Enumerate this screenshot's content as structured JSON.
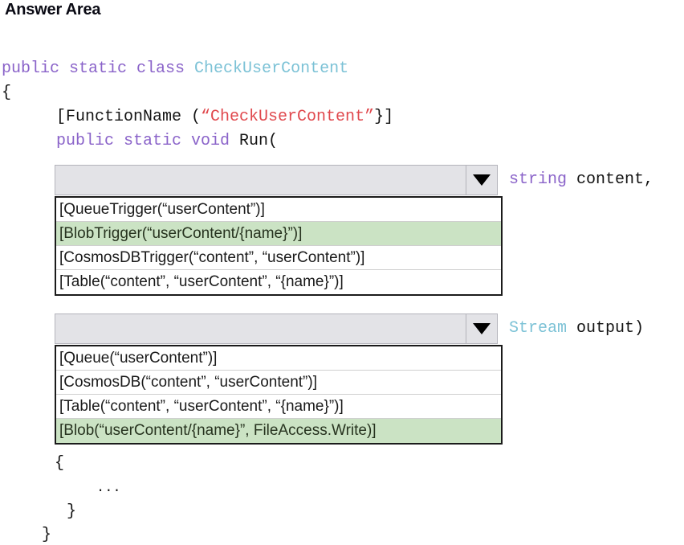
{
  "title": "Answer Area",
  "code": {
    "line_class": {
      "kw1": "public static class ",
      "type": "CheckUserContent"
    },
    "line_open_brace": "{",
    "line_attribute": {
      "pre": "[FunctionName (",
      "string": "“CheckUserContent”",
      "post": "}]"
    },
    "line_run": {
      "kw": "public static void ",
      "plain": "Run("
    },
    "line_inner_open_brace": "{",
    "line_ellipsis": "...",
    "line_inner_close_brace": "}",
    "line_close_brace": "}"
  },
  "signatures": [
    {
      "type": "string",
      "name": " content,"
    },
    {
      "type": "Stream",
      "name": " output)"
    }
  ],
  "dropdowns": [
    {
      "name": "trigger-binding",
      "selected_value": "",
      "arrow_icon": "chevron-down-icon",
      "options": [
        {
          "label": "[QueueTrigger(“userContent”)]",
          "selected": false
        },
        {
          "label": "[BlobTrigger(“userContent/{name}”)]",
          "selected": true
        },
        {
          "label": "[CosmosDBTrigger(“content”, “userContent”)]",
          "selected": false
        },
        {
          "label": "[Table(“content”, “userContent”, “{name}”)]",
          "selected": false
        }
      ]
    },
    {
      "name": "output-binding",
      "selected_value": "",
      "arrow_icon": "chevron-down-icon",
      "options": [
        {
          "label": "[Queue(“userContent”)]",
          "selected": false
        },
        {
          "label": "[CosmosDB(“content”, “userContent”)]",
          "selected": false
        },
        {
          "label": "[Table(“content”, “userContent”, “{name}”)]",
          "selected": false
        },
        {
          "label": "[Blob(“userContent/{name}”, FileAccess.Write)]",
          "selected": true
        }
      ]
    }
  ],
  "colors": {
    "keyword": "#8a63c9",
    "type": "#7cc2d6",
    "string": "#e0484d",
    "highlight": "#cbe3c4",
    "combo_fill": "#e3e3e7"
  }
}
